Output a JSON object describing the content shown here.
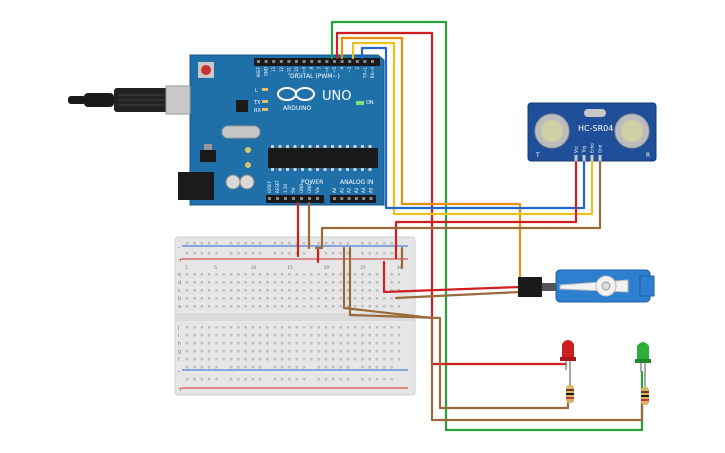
{
  "arduino": {
    "header_digital": "DIGITAL (PWM~)",
    "brand": "ARDUINO",
    "model": "UNO",
    "on_label": "ON",
    "power_label": "POWER",
    "analog_label": "ANALOG IN",
    "tx_label": "TX",
    "rx_label": "RX",
    "l_label": "L",
    "digital_pins": [
      "AREF",
      "GND",
      "13",
      "12",
      "~11",
      "~10",
      "~9",
      "8",
      "7",
      "~6",
      "~5",
      "4",
      "~3",
      "2",
      "TX→1",
      "RX←0"
    ],
    "power_pins": [
      "IOREF",
      "RESET",
      "3.3V",
      "5V",
      "GND",
      "GND",
      "Vin"
    ],
    "analog_pins": [
      "A0",
      "A1",
      "A2",
      "A3",
      "A4",
      "A5"
    ],
    "board_color": "#1f6fa8"
  },
  "sensor": {
    "model": "HC-SR04",
    "pin_labels": [
      "Vcc",
      "Trig",
      "Echo",
      "Gnd"
    ],
    "t_label": "T",
    "r_label": "R",
    "board_color": "#1e4f98"
  },
  "breadboard": {
    "columns": [
      "1",
      "5",
      "10",
      "15",
      "20",
      "25",
      "30"
    ],
    "rows_top": [
      "a",
      "b",
      "c",
      "d",
      "e"
    ],
    "rows_bottom": [
      "f",
      "g",
      "h",
      "i",
      "j"
    ],
    "plus": "+",
    "minus": "-"
  },
  "servo": {
    "color": "#2f7fd0"
  },
  "leds": [
    {
      "name": "red",
      "color": "#cc1f1f"
    },
    {
      "name": "green",
      "color": "#2fae3a"
    }
  ],
  "wire_colors": {
    "red": "#d11f1f",
    "green": "#2aa23a",
    "orange": "#e8900f",
    "yellow": "#e8c21f",
    "blue": "#2266cc",
    "brown": "#9a6a3a"
  }
}
